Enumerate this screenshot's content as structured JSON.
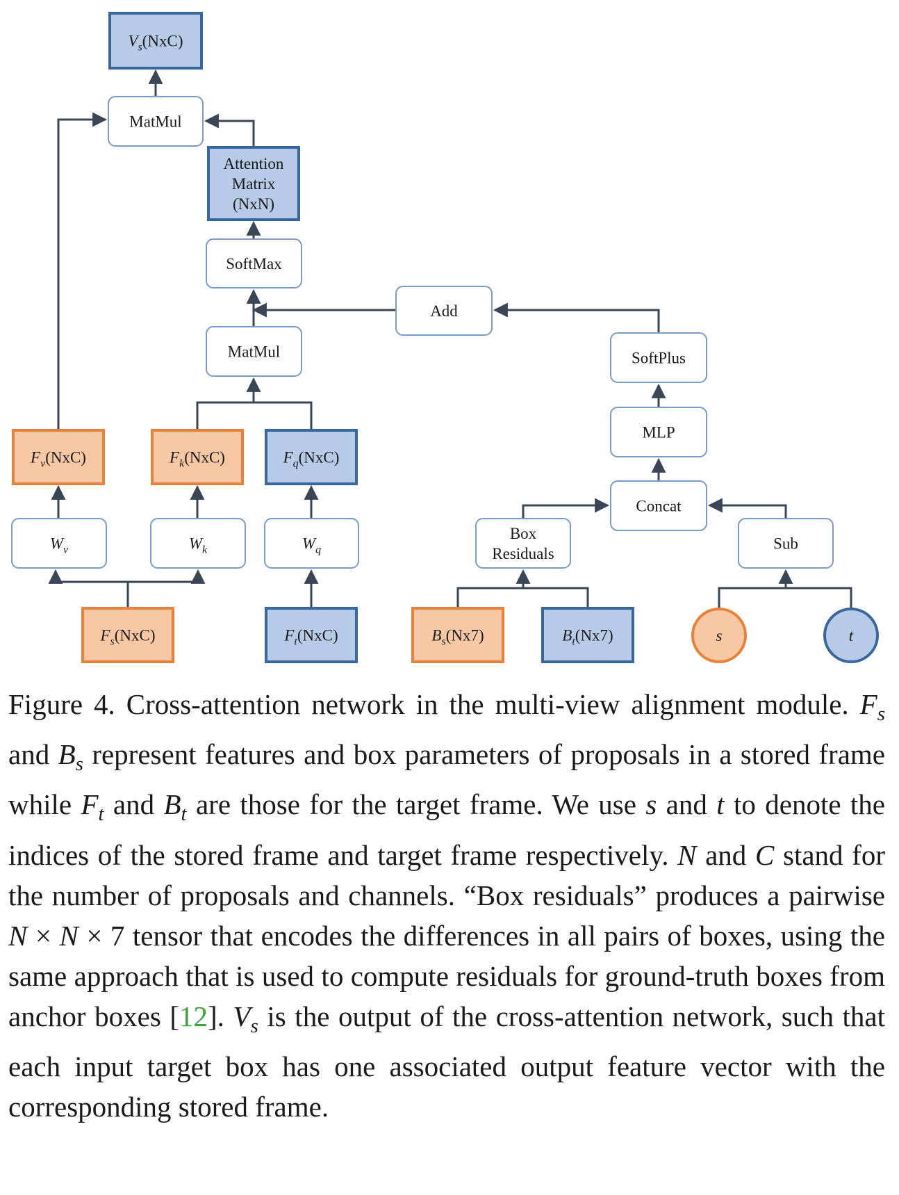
{
  "diagram": {
    "nodes": [
      {
        "id": "vs",
        "label": "V_s(NxC)",
        "kind": "tensor-blue"
      },
      {
        "id": "matmul_top",
        "label": "MatMul",
        "kind": "op"
      },
      {
        "id": "attention",
        "label": [
          "Attention",
          "Matrix",
          "(NxN)"
        ],
        "kind": "tensor-blue"
      },
      {
        "id": "softmax",
        "label": "SoftMax",
        "kind": "op"
      },
      {
        "id": "add",
        "label": "Add",
        "kind": "op"
      },
      {
        "id": "matmul_mid",
        "label": "MatMul",
        "kind": "op"
      },
      {
        "id": "softplus",
        "label": "SoftPlus",
        "kind": "op"
      },
      {
        "id": "mlp",
        "label": "MLP",
        "kind": "op"
      },
      {
        "id": "concat",
        "label": "Concat",
        "kind": "op"
      },
      {
        "id": "fv",
        "label": "F_v(NxC)",
        "kind": "tensor-orange"
      },
      {
        "id": "fk",
        "label": "F_k(NxC)",
        "kind": "tensor-orange"
      },
      {
        "id": "fq",
        "label": "F_q(NxC)",
        "kind": "tensor-blue"
      },
      {
        "id": "wv",
        "label": "W_v",
        "kind": "op"
      },
      {
        "id": "wk",
        "label": "W_k",
        "kind": "op"
      },
      {
        "id": "wq",
        "label": "W_q",
        "kind": "op"
      },
      {
        "id": "box_residuals",
        "label": [
          "Box",
          "Residuals"
        ],
        "kind": "op"
      },
      {
        "id": "sub",
        "label": "Sub",
        "kind": "op"
      },
      {
        "id": "fs",
        "label": "F_s(NxC)",
        "kind": "tensor-orange"
      },
      {
        "id": "ft",
        "label": "F_t(NxC)",
        "kind": "tensor-blue"
      },
      {
        "id": "bs",
        "label": "B_s(Nx7)",
        "kind": "tensor-orange"
      },
      {
        "id": "bt",
        "label": "B_t(Nx7)",
        "kind": "tensor-blue"
      },
      {
        "id": "s",
        "label": "s",
        "kind": "index-orange"
      },
      {
        "id": "t",
        "label": "t",
        "kind": "index-blue"
      }
    ],
    "edges": [
      [
        "fs",
        "wv"
      ],
      [
        "fs",
        "wk"
      ],
      [
        "ft",
        "wq"
      ],
      [
        "wv",
        "fv"
      ],
      [
        "wk",
        "fk"
      ],
      [
        "wq",
        "fq"
      ],
      [
        "fk",
        "matmul_mid"
      ],
      [
        "fq",
        "matmul_mid"
      ],
      [
        "matmul_mid",
        "softmax"
      ],
      [
        "add",
        "softmax"
      ],
      [
        "softmax",
        "attention"
      ],
      [
        "attention",
        "matmul_top"
      ],
      [
        "fv",
        "matmul_top"
      ],
      [
        "matmul_top",
        "vs"
      ],
      [
        "bs",
        "box_residuals"
      ],
      [
        "bt",
        "box_residuals"
      ],
      [
        "s",
        "sub"
      ],
      [
        "t",
        "sub"
      ],
      [
        "box_residuals",
        "concat"
      ],
      [
        "sub",
        "concat"
      ],
      [
        "concat",
        "mlp"
      ],
      [
        "mlp",
        "softplus"
      ],
      [
        "softplus",
        "add"
      ]
    ],
    "colors": {
      "orange_fill": "#f8c8a4",
      "orange_stroke": "#e8813a",
      "blue_fill": "#b7cbe9",
      "blue_stroke": "#38679b",
      "op_stroke": "#7a9cc6",
      "arrow": "#3a4555"
    }
  },
  "caption": {
    "figure_label": "Figure 4.",
    "segments": [
      {
        "t": "Figure 4. Cross-attention network in the multi-view alignment module. "
      },
      {
        "t": "F",
        "m": true
      },
      {
        "t": "s",
        "m": true,
        "sub": true
      },
      {
        "t": " and "
      },
      {
        "t": "B",
        "m": true
      },
      {
        "t": "s",
        "m": true,
        "sub": true
      },
      {
        "t": " represent features and box parameters of proposals in a stored frame while "
      },
      {
        "t": "F",
        "m": true
      },
      {
        "t": "t",
        "m": true,
        "sub": true
      },
      {
        "t": " and "
      },
      {
        "t": "B",
        "m": true
      },
      {
        "t": "t",
        "m": true,
        "sub": true
      },
      {
        "t": " are those for the target frame.  We use "
      },
      {
        "t": "s",
        "m": true
      },
      {
        "t": " and "
      },
      {
        "t": "t",
        "m": true
      },
      {
        "t": " to denote the indices of the stored frame and target frame respectively. "
      },
      {
        "t": "N",
        "m": true
      },
      {
        "t": " and "
      },
      {
        "t": "C",
        "m": true
      },
      {
        "t": " stand for the number of proposals and channels. “Box residuals” produces a pairwise "
      },
      {
        "t": "N",
        "m": true
      },
      {
        "t": " × "
      },
      {
        "t": "N",
        "m": true
      },
      {
        "t": " × 7 tensor that encodes the differences in all pairs of boxes, using the same approach that is used to compute residuals for ground-truth boxes from anchor boxes ["
      },
      {
        "t": "12",
        "cite": true
      },
      {
        "t": "]. "
      },
      {
        "t": "V",
        "m": true
      },
      {
        "t": "s",
        "m": true,
        "sub": true
      },
      {
        "t": " is the output of the cross-attention network, such that each input target box has one associated output feature vector with the corresponding stored frame."
      }
    ]
  }
}
